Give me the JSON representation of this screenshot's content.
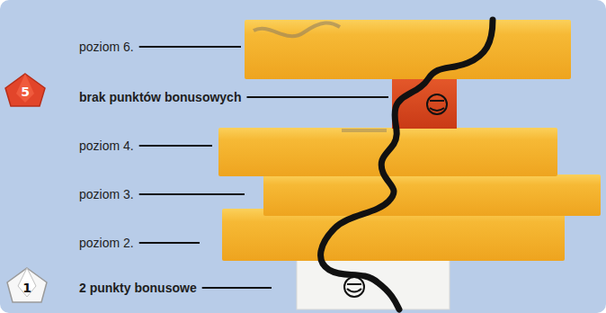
{
  "diagram": {
    "labels": [
      "poziom 6.",
      "5",
      "brak punktów bonusowych",
      "poziom 4.",
      "poziom 3.",
      "poziom 2.",
      "1",
      "2 punkty bonusowe"
    ]
  }
}
